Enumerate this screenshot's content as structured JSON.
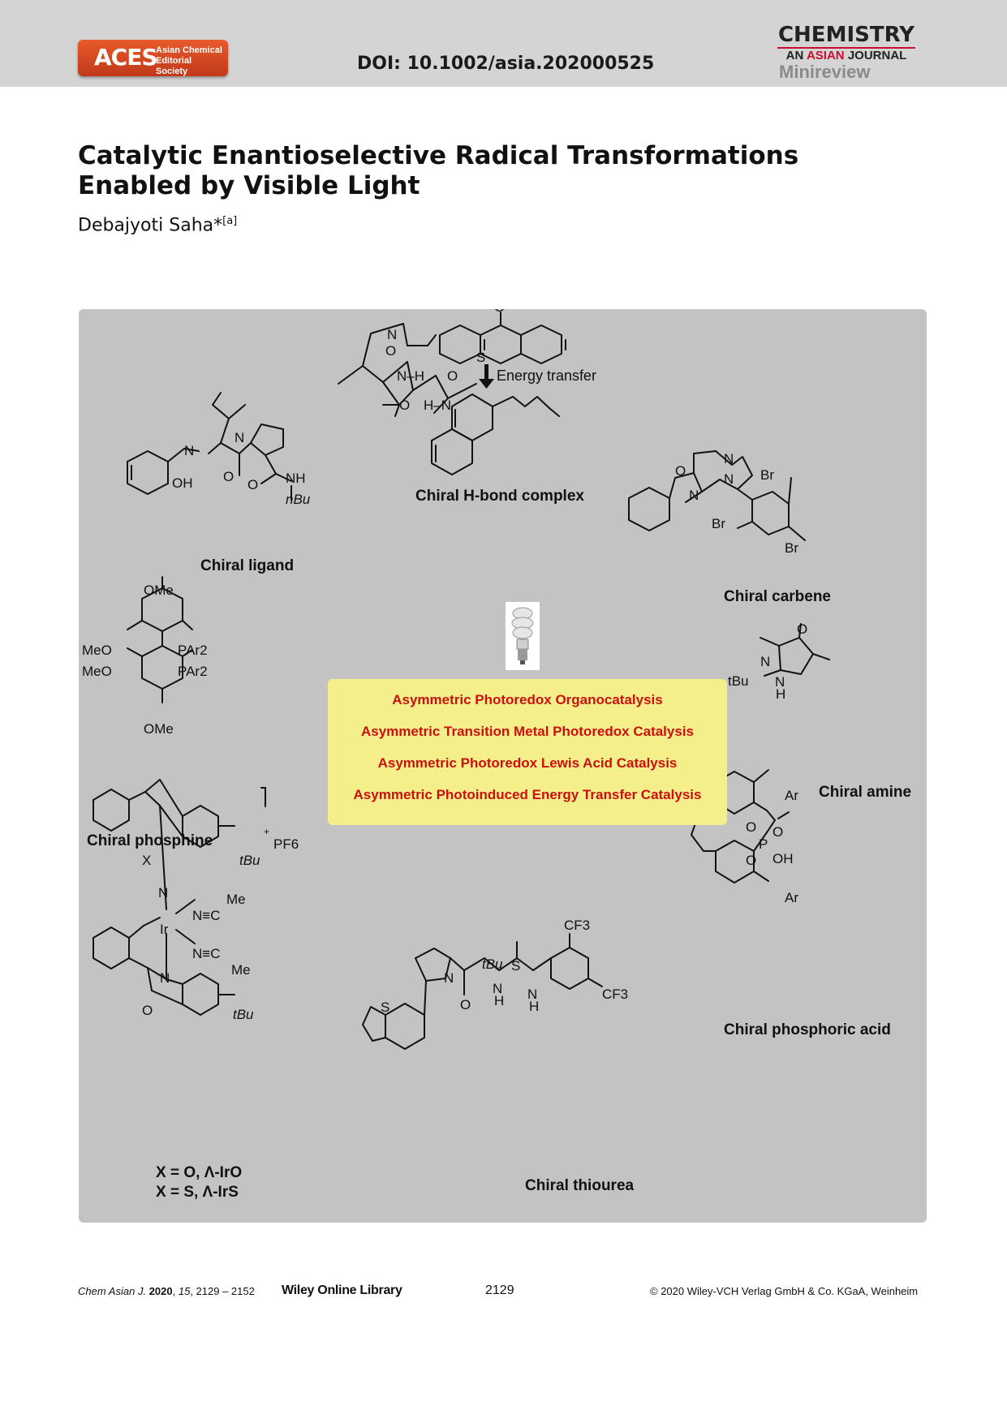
{
  "header": {
    "publisher_logo": "ACES",
    "publisher_subtitle": "Asian Chemical Editorial Society",
    "doi": "DOI: 10.1002/asia.202000525",
    "journal_name": "CHEMISTRY",
    "journal_subtitle_prefix": "AN",
    "journal_subtitle_highlight": "ASIAN",
    "journal_subtitle_suffix": "JOURNAL",
    "article_type": "Minireview",
    "accent_color": "#c8102e"
  },
  "article": {
    "title": "Catalytic Enantioselective Radical Transformations Enabled by Visible Light",
    "author": "Debajyoti Saha",
    "author_mark": "*",
    "affiliation_mark": "[a]"
  },
  "figure": {
    "energy_transfer": "Energy transfer",
    "catalysis_types": [
      "Asymmetric Photoredox Organocatalysis",
      "Asymmetric Transition Metal Photoredox Catalysis",
      "Asymmetric Photoredox Lewis Acid Catalysis",
      "Asymmetric Photoinduced Energy Transfer Catalysis"
    ],
    "labels": {
      "h_bond": "Chiral H-bond complex",
      "ligand": "Chiral ligand",
      "carbene": "Chiral carbene",
      "phosphine": "Chiral phosphine",
      "amine": "Chiral amine",
      "phosphoric_acid": "Chiral phosphoric acid",
      "thiourea": "Chiral thiourea",
      "iro": "X = O, Λ-IrO",
      "irs": "X = S, Λ-IrS"
    },
    "atoms": {
      "hb_n_top": "N",
      "hb_o_top": "O",
      "hb_s": "S",
      "hb_o_ketone": "O",
      "hb_nh": "N–H",
      "hb_o_accept": "O",
      "hb_o_left": "O",
      "hb_hn": "H–N",
      "lig_n": "N",
      "lig_oh": "OH",
      "lig_o": "O",
      "lig_n2": "N",
      "lig_o2": "O",
      "lig_nh": "NH",
      "lig_nbu": "nBu",
      "car_o": "O",
      "car_n1": "N",
      "car_n2": "N",
      "car_n3": "N",
      "car_br1": "Br",
      "car_br2": "Br",
      "car_br3": "Br",
      "ph_ome_top": "OMe",
      "ph_meo1": "MeO",
      "ph_meo2": "MeO",
      "ph_par1": "PAr2",
      "ph_par2": "PAr2",
      "ph_ome_bot": "OMe",
      "am_o": "O",
      "am_n": "N",
      "am_tbu": "tBu",
      "am_nh": "N",
      "am_h": "H",
      "cpa_ar1": "Ar",
      "cpa_o1": "O",
      "cpa_p": "P",
      "cpa_o2": "O",
      "cpa_oh": "OH",
      "cpa_o3": "O",
      "cpa_ar2": "Ar",
      "ir_x": "X",
      "ir_tbu1": "tBu",
      "ir_pf6": "PF6",
      "ir_charge": "+",
      "ir_n1": "N",
      "ir_ncme1": "N≡C",
      "ir_me1": "Me",
      "ir_ir": "Ir",
      "ir_ncme2": "N≡C",
      "ir_me2": "Me",
      "ir_n2": "N",
      "ir_o": "O",
      "ir_tbu2": "tBu",
      "tu_s1": "S",
      "tu_n": "N",
      "tu_tbu": "tBu",
      "tu_s2": "S",
      "tu_o": "O",
      "tu_nh1": "N",
      "tu_h1": "H",
      "tu_nh2": "N",
      "tu_h2": "H",
      "tu_cf3a": "CF3",
      "tu_cf3b": "CF3"
    }
  },
  "footer": {
    "journal_abbrev": "Chem Asian J.",
    "year": "2020",
    "volume": "15",
    "pages": "2129 – 2152",
    "library": "Wiley Online Library",
    "page_number": "2129",
    "copyright": "© 2020 Wiley-VCH Verlag GmbH & Co. KGaA, Weinheim"
  }
}
